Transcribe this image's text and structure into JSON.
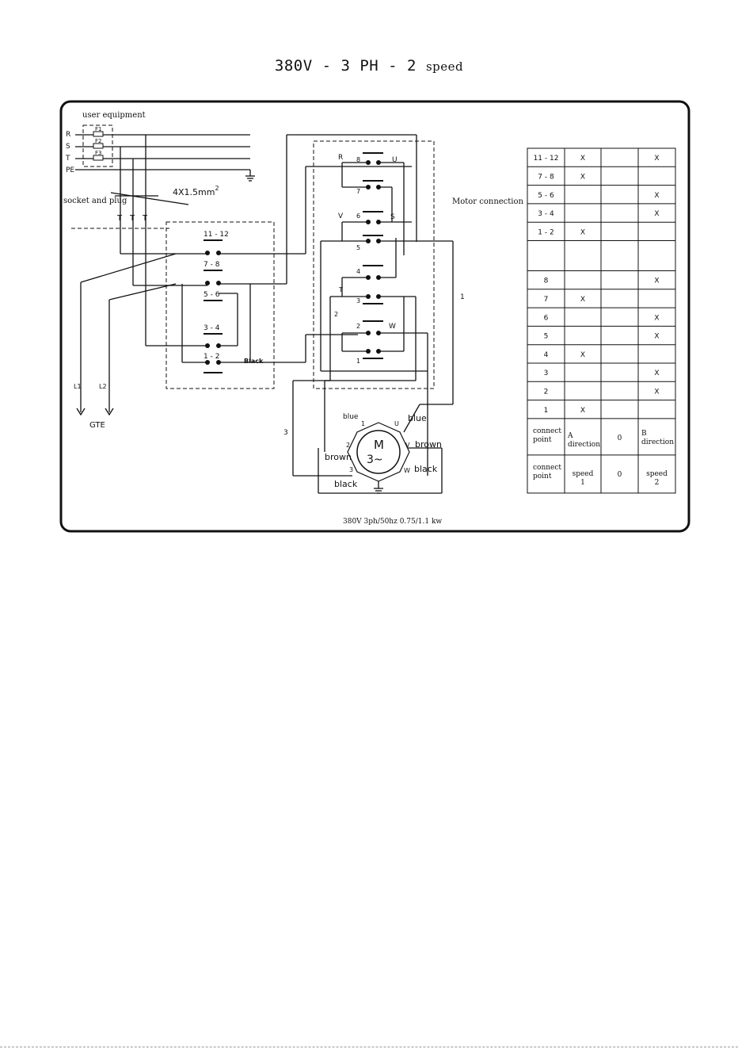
{
  "title": {
    "main": "380V - 3 PH - 2",
    "suffix": "speed"
  },
  "footer": "380V 3ph/50hz 0.75/1.1 kw",
  "labels": {
    "user_equipment": "user equipment",
    "socket_and_plug": "socket and plug",
    "cable": "4X1.5mm",
    "cable_sup": "2",
    "motor_connection": "Motor connection",
    "black_wire": "Black",
    "gte": "GTE",
    "l1": "L1",
    "l2": "L2",
    "one": "1",
    "three": "3"
  },
  "lines": {
    "r": "R",
    "s": "S",
    "t": "T",
    "pe": "PE"
  },
  "fuses": [
    "F1",
    "F2",
    "F3"
  ],
  "plug_pins": [
    "T",
    "T",
    "T"
  ],
  "left_switch": [
    "11 - 12",
    "7 - 8",
    "5 - 6",
    "3 - 4",
    "1 - 2"
  ],
  "right_switch": {
    "terminals": [
      "R",
      "8",
      "U",
      "7",
      "V",
      "6",
      "S",
      "5",
      "4",
      "T",
      "3",
      "2",
      "2",
      "W",
      "1"
    ]
  },
  "motor": {
    "symbol": "M",
    "phase": "3~",
    "wires": {
      "blue_left": "blue",
      "blue_right": "blue",
      "brown_left": "brown",
      "brown_right": "brown",
      "black_left": "black",
      "black_right": "black"
    },
    "terminals": {
      "t1": "1",
      "tu": "U",
      "t2": "2",
      "tv": "V",
      "t3": "3",
      "tw": "W"
    }
  },
  "table": {
    "rows": [
      [
        "11 - 12",
        "X",
        "",
        "X"
      ],
      [
        "7 - 8",
        "X",
        "",
        ""
      ],
      [
        "5 - 6",
        "",
        "",
        "X"
      ],
      [
        "3 - 4",
        "",
        "",
        "X"
      ],
      [
        "1 - 2",
        "X",
        "",
        ""
      ],
      [
        "",
        "",
        "",
        ""
      ],
      [
        "8",
        "",
        "",
        "X"
      ],
      [
        "7",
        "X",
        "",
        ""
      ],
      [
        "6",
        "",
        "",
        "X"
      ],
      [
        "5",
        "",
        "",
        "X"
      ],
      [
        "4",
        "X",
        "",
        ""
      ],
      [
        "3",
        "",
        "",
        "X"
      ],
      [
        "2",
        "",
        "",
        "X"
      ],
      [
        "1",
        "X",
        "",
        ""
      ]
    ],
    "direction_row": [
      "connect point",
      "A direction",
      "0",
      "B direction"
    ],
    "speed_row": [
      "connect point",
      "speed 1",
      "0",
      "speed 2"
    ]
  }
}
